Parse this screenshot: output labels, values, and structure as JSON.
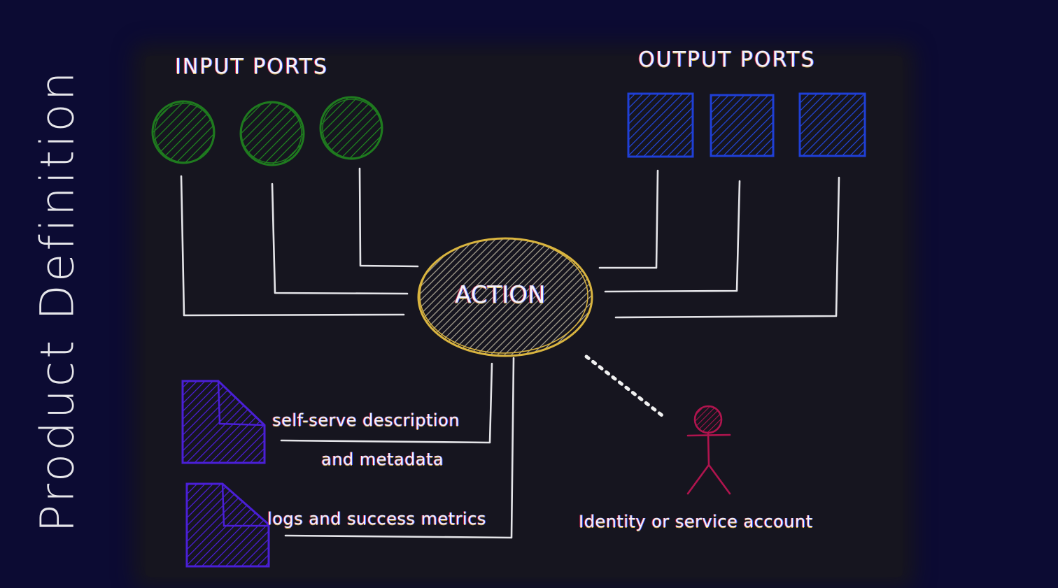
{
  "slide": {
    "title": "Product Definition",
    "background_color": "#0c0b33",
    "panel_color": "#16151f"
  },
  "diagram": {
    "input_ports": {
      "label": "INPUT PORTS",
      "count": 3,
      "shape": "circle",
      "color": "#1f7a1f"
    },
    "output_ports": {
      "label": "OUTPUT PORTS",
      "count": 3,
      "shape": "square",
      "color": "#1f3fd6"
    },
    "action": {
      "label": "ACTION",
      "stroke_color": "#d9b43f",
      "hatch_color": "#a09a88"
    },
    "documents": [
      {
        "label_line1": "self-serve description",
        "label_line2": "and metadata",
        "color": "#4a1fd6"
      },
      {
        "label_line1": "logs and success metrics",
        "label_line2": "",
        "color": "#4a1fd6"
      }
    ],
    "identity": {
      "label": "Identity or service account",
      "color": "#b0144e"
    },
    "connector_color": "#e4e4e8"
  }
}
